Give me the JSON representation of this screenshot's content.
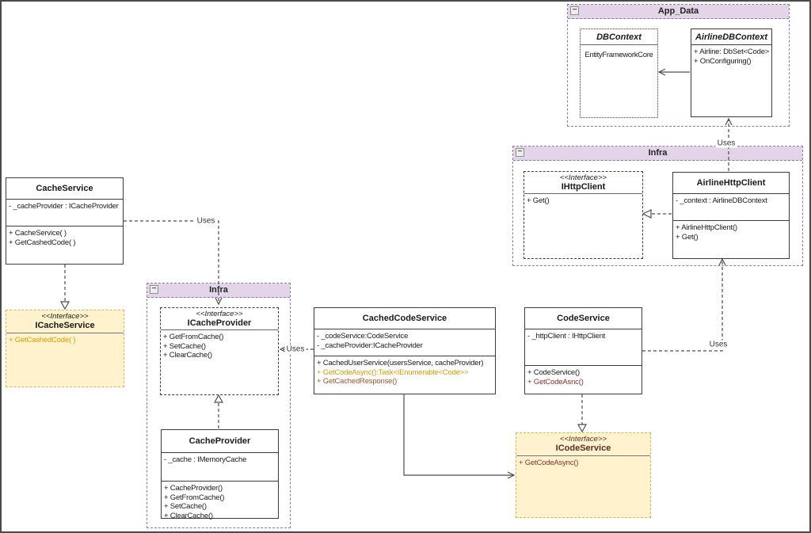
{
  "ui": {
    "collapse_glyph": "−"
  },
  "labels": {
    "uses": "Uses"
  },
  "colors": {
    "container_header_fill": "#E1D5E7",
    "container_border": "#9673A6",
    "interface_fill": "#FFF2CC",
    "interface_border": "#D6B656",
    "orange_text": "#D79B00",
    "brown_text": "#A0522D",
    "red_text": "#8B2E2E",
    "dark_red_text": "#5A2B2B",
    "line_color": "#4d4d4d"
  },
  "app_data": {
    "title": "App_Data",
    "dbcontext": {
      "title": "DBContext",
      "note": "EntityFrameworkCore"
    },
    "airline_dbcontext": {
      "title": "AirlineDBContext",
      "methods": [
        "+ Airline: DbSet<Code>",
        "+ OnConfiguring()"
      ]
    }
  },
  "infra_right": {
    "title": "Infra",
    "ihttpclient": {
      "stereotype": "<<Interface>>",
      "title": "IHttpClient",
      "methods": [
        "+ Get()"
      ]
    },
    "airline_httpclient": {
      "title": "AirlineHttpClient",
      "attrs": [
        "- _context : AirlineDBContext"
      ],
      "methods": [
        "+ AirlineHttpClient()",
        "+ Get()"
      ]
    }
  },
  "infra_mid": {
    "title": "Infra",
    "icache_provider": {
      "stereotype": "<<Interface>>",
      "title": "ICacheProvider",
      "methods": [
        "+ GetFromCache()",
        "+ SetCache()",
        "+ ClearCache()"
      ]
    },
    "cache_provider": {
      "title": "CacheProvider",
      "attrs": [
        "- _cache : IMemoryCache"
      ],
      "methods": [
        "+ CacheProvider()",
        "+ GetFromCache()",
        "+ SetCache()",
        "+ ClearCache()"
      ]
    }
  },
  "cache_service": {
    "title": "CacheService",
    "attrs": [
      "- _cacheProvider : ICacheProvider"
    ],
    "methods": [
      "+ CacheService( )",
      "+ GetCashedCode( )"
    ]
  },
  "icache_service": {
    "stereotype": "<<Interface>>",
    "title": "ICacheService",
    "methods": [
      "+ GetCashedCode( )"
    ]
  },
  "cached_code_service": {
    "title": "CachedCodeService",
    "attrs": [
      "- _codeService:CodeService",
      "- _cacheProvider:ICacheProvider"
    ],
    "methods": [
      "+ CachedUserService(usersService, cacheProvider)",
      "+ GetCodeAsync():Task<IEnumerable<Code>>",
      "+ GetCachedResponse()"
    ]
  },
  "code_service": {
    "title": "CodeService",
    "attrs": [
      "- _httpClient : IHttpClient"
    ],
    "methods": [
      "+ CodeService()",
      "+ GetCodeAsnc()"
    ]
  },
  "icode_service": {
    "stereotype": "<<Interface>>",
    "title": "ICodeService",
    "methods": [
      "+ GetCodeAsync()"
    ]
  }
}
